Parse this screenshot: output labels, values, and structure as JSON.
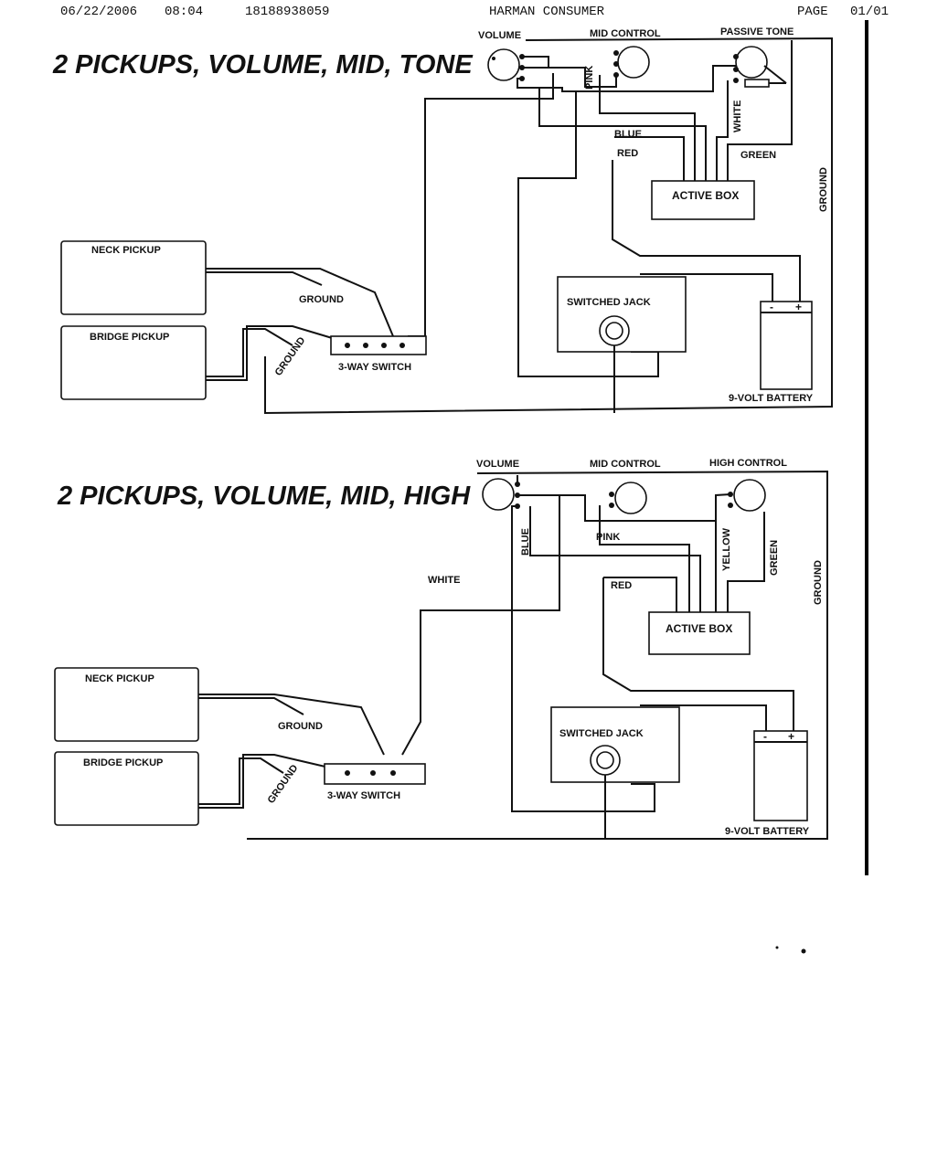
{
  "header": {
    "date": "06/22/2006",
    "time": "08:04",
    "fax_number": "18188938059",
    "company": "HARMAN CONSUMER",
    "page_label": "PAGE",
    "page_number": "01/01"
  },
  "diagram_top": {
    "title": "2 PICKUPS, VOLUME, MID, TONE",
    "volume": "VOLUME",
    "mid_control": "MID CONTROL",
    "passive_tone": "PASSIVE TONE",
    "pink": "PINK",
    "white": "WHITE",
    "blue": "BLUE",
    "red": "RED",
    "green": "GREEN",
    "active_box": "ACTIVE BOX",
    "ground_right": "GROUND",
    "neck_pickup": "NECK PICKUP",
    "bridge_pickup": "BRIDGE PICKUP",
    "ground_neck": "GROUND",
    "ground_bridge": "GROUND",
    "switch": "3-WAY  SWITCH",
    "switched_jack": "SWITCHED JACK",
    "battery": "9-VOLT  BATTERY",
    "minus": "-",
    "plus": "+"
  },
  "diagram_bottom": {
    "title": "2 PICKUPS, VOLUME, MID, HIGH",
    "volume": "VOLUME",
    "mid_control": "MID CONTROL",
    "high_control": "HIGH CONTROL",
    "blue": "BLUE",
    "pink": "PINK",
    "yellow": "YELLOW",
    "green": "GREEN",
    "white": "WHITE",
    "red": "RED",
    "active_box": "ACTIVE BOX",
    "ground_right": "GROUND",
    "neck_pickup": "NECK PICKUP",
    "bridge_pickup": "BRIDGE PICKUP",
    "ground_neck": "GROUND",
    "ground_bridge": "GROUND",
    "switch": "3-WAY  SWITCH",
    "switched_jack": "SWITCHED JACK",
    "battery": "9-VOLT  BATTERY",
    "minus": "-",
    "plus": "+"
  }
}
